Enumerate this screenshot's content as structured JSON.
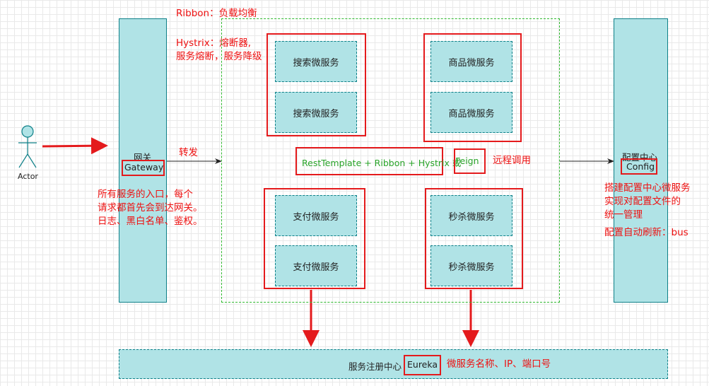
{
  "actor": {
    "label": "Actor"
  },
  "gateway": {
    "title": "网关",
    "name": "Gateway"
  },
  "forward_label": "转发",
  "gateway_notes": [
    "所有服务的入口，每个",
    "请求都首先会到达网关。",
    "日志、黑白名单、鉴权。"
  ],
  "ribbon_note": "Ribbon：负载均衡",
  "hystrix_notes": [
    "Hystrix：熔断器,",
    "服务熔断，服务降级"
  ],
  "services": {
    "search": [
      "搜索微服务",
      "搜索微服务"
    ],
    "product": [
      "商品微服务",
      "商品微服务"
    ],
    "payment": [
      "支付微服务",
      "支付微服务"
    ],
    "seckill": [
      "秒杀微服务",
      "秒杀微服务"
    ]
  },
  "rpc": {
    "text": "RestTemplate + Ribbon + Hystrix 或",
    "feign": "Feign",
    "note": "远程调用"
  },
  "config": {
    "title": "配置中心",
    "name": "Config"
  },
  "config_notes": [
    "搭建配置中心微服务",
    "实现对配置文件的",
    "统一管理"
  ],
  "config_refresh": "配置自动刷新：bus",
  "registry": {
    "label": "服务注册中心",
    "name": "Eureka",
    "note": "微服务名称、IP、端口号"
  },
  "colors": {
    "teal_fill": "#b0e3e6",
    "teal_stroke": "#0e8088",
    "red": "#e41a1c",
    "green": "#33bb33"
  }
}
